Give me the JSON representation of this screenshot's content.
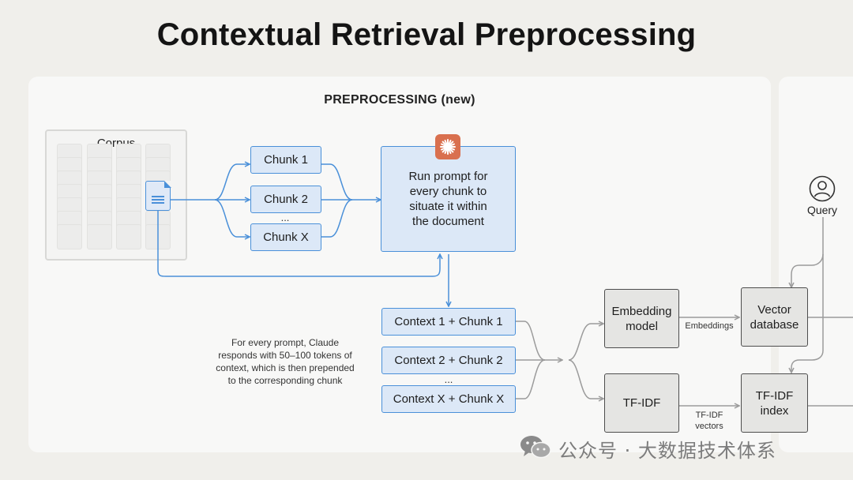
{
  "title": "Contextual Retrieval Preprocessing",
  "section_title": "PREPROCESSING (new)",
  "corpus": {
    "label": "Corpus"
  },
  "chunks": [
    "Chunk 1",
    "Chunk 2",
    "Chunk X"
  ],
  "chunks_ellipsis": "...",
  "prompt_box": {
    "line1": "Run prompt for",
    "line2": "every chunk to",
    "line3": "situate it within",
    "line4": "the document"
  },
  "contexts": [
    "Context 1 + Chunk 1",
    "Context 2 + Chunk 2",
    "Context X + Chunk X"
  ],
  "contexts_ellipsis": "...",
  "note": {
    "line1": "For every prompt, Claude",
    "line2": "responds with 50–100 tokens of",
    "line3": "context, which is then prepended",
    "line4": "to the corresponding chunk"
  },
  "embedding_model": {
    "line1": "Embedding",
    "line2": "model"
  },
  "embeddings_label": "Embeddings",
  "vector_database": {
    "line1": "Vector",
    "line2": "database"
  },
  "tfidf": "TF-IDF",
  "tfidf_vectors": {
    "line1": "TF-IDF",
    "line2": "vectors"
  },
  "tfidf_index": {
    "line1": "TF-IDF",
    "line2": "index"
  },
  "query": {
    "label": "Query",
    "icon": "user-icon"
  },
  "watermark": "公众号 · 大数据技术体系",
  "colors": {
    "accent_blue": "#4a90d9",
    "box_blue_fill": "#dce8f7",
    "gray_line": "#9b9b9b",
    "claude_orange": "#d9704f"
  }
}
